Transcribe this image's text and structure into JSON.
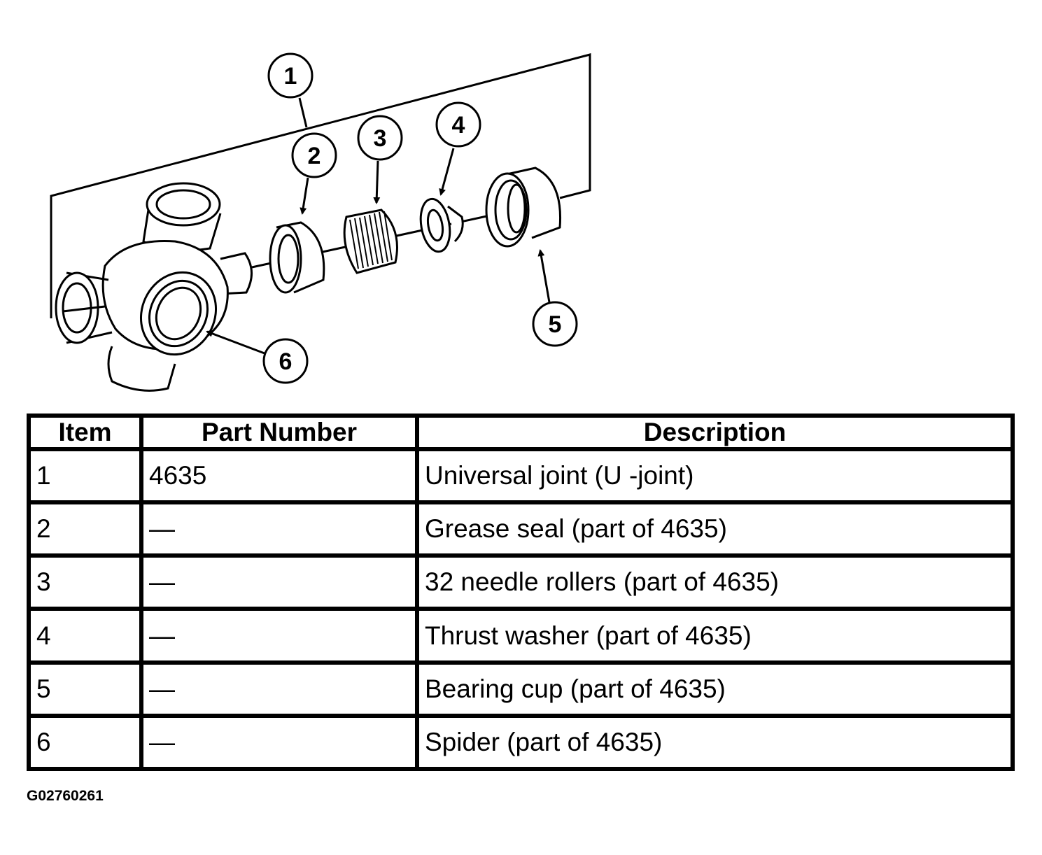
{
  "callouts": [
    {
      "label": "1"
    },
    {
      "label": "2"
    },
    {
      "label": "3"
    },
    {
      "label": "4"
    },
    {
      "label": "5"
    },
    {
      "label": "6"
    }
  ],
  "table": {
    "headers": [
      "Item",
      "Part Number",
      "Description"
    ],
    "rows": [
      {
        "item": "1",
        "part_number": "4635",
        "description": "Universal joint (U -joint)"
      },
      {
        "item": "2",
        "part_number": "—",
        "description": "Grease seal (part of 4635)"
      },
      {
        "item": "3",
        "part_number": "—",
        "description": "32 needle rollers (part of 4635)"
      },
      {
        "item": "4",
        "part_number": "—",
        "description": "Thrust washer (part of 4635)"
      },
      {
        "item": "5",
        "part_number": "—",
        "description": "Bearing cup (part of 4635)"
      },
      {
        "item": "6",
        "part_number": "—",
        "description": "Spider (part of 4635)"
      }
    ]
  },
  "figure_id": "G02760261"
}
